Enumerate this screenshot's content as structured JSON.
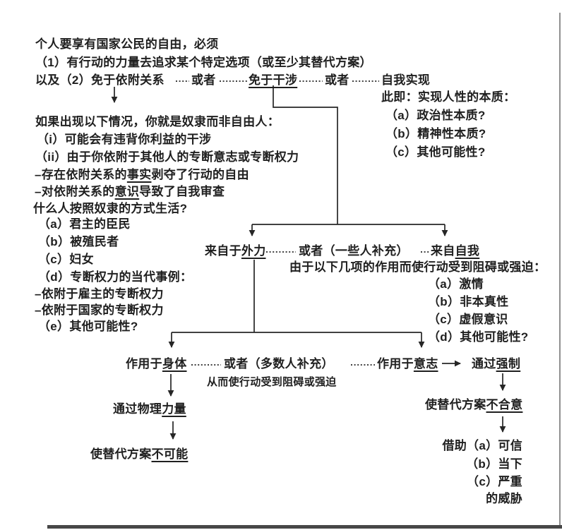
{
  "diagram": {
    "premise": {
      "line1": "个人要享有国家公民的自由，必须",
      "line2": "（1）有行动的力量去追求某个特定选项（或至少其替代方案）",
      "line3_lead": "以及（2）免于依附关系",
      "or_1": "或者",
      "non_interference": "免于干涉",
      "or_2": "或者",
      "self_realization": "自我实现"
    },
    "self_realization_note": {
      "heading": "此即：实现人性的本质：",
      "items": [
        "（a）政治性本质?",
        "（b）精神性本质?",
        "（c）其他可能性?"
      ]
    },
    "slavery": {
      "intro": "如果出现以下情况，你就是奴隶而非自由人：",
      "cond_i": "（i）可能会有违背你利益的干涉",
      "cond_ii": "（ii）由于你依附于其他人的专断意志或专断权力",
      "fact": {
        "pre": "–存在依附关系的",
        "u": "事实",
        "post": "剥夺了行动的自由"
      },
      "awareness": {
        "pre": "–对依附关系的",
        "u": "意识",
        "post": "导致了自我审查"
      },
      "question": "什么人按照奴隶的方式生活?",
      "examples": [
        "（a）君主的臣民",
        "（b）被殖民者",
        "（c）妇女",
        "（d）专断权力的当代事例：",
        "–依附于雇主的专断权力",
        "–依附于国家的专断权力",
        "（e）其他可能性?"
      ]
    },
    "force_split": {
      "external": {
        "pre": "来自于",
        "u": "外力"
      },
      "or_label": "或者（一些人补充）",
      "internal": {
        "pre": "来自",
        "u": "自我"
      },
      "cause_intro": "由于以下几项的作用而使行动受到阻碍或强迫：",
      "causes": [
        "（a）激情",
        "（b）非本真性",
        "（c）虚假意识",
        "（d）其他可能性?"
      ]
    },
    "target_split": {
      "body": {
        "pre": "作用于",
        "u": "身体"
      },
      "or_label": "或者（多数人补充）",
      "will": {
        "pre": "作用于",
        "u": "意志"
      },
      "sub_note": "从而使行动受到阻碍或强迫",
      "coercion": {
        "pre": "通过",
        "u": "强制"
      }
    },
    "body_branch": {
      "physical_force": {
        "pre": "通过物理",
        "u": "力量"
      },
      "impossible": {
        "pre": "使替代方案",
        "u": "不可能"
      }
    },
    "will_branch": {
      "undesirable": {
        "pre": "使替代方案",
        "u": "不合意"
      },
      "threat_lines": [
        "借助（a）可信",
        "（b）当下",
        "（c）严重",
        "的威胁"
      ]
    }
  }
}
